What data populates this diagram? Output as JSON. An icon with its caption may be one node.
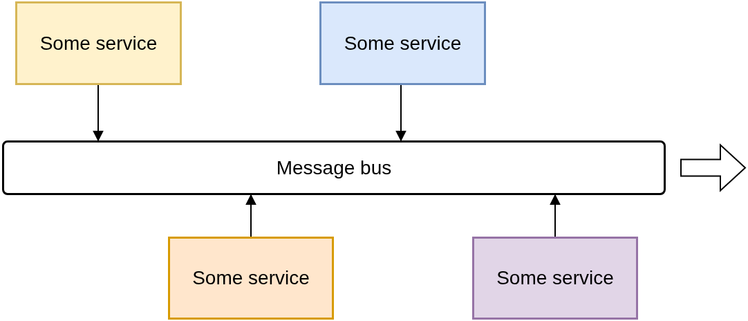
{
  "diagram": {
    "nodes": [
      {
        "text": [
          "Some service"
        ]
      },
      {
        "text": [
          "Some service"
        ]
      },
      {
        "text": [
          "Message bus"
        ]
      },
      {
        "text": [
          "Some service"
        ]
      },
      {
        "text": [
          "Some service"
        ]
      }
    ],
    "edges": [
      {
        "from": 0,
        "to": 2,
        "arrow": "to"
      },
      {
        "from": 1,
        "to": 2,
        "arrow": "to"
      },
      {
        "from": 3,
        "to": 2,
        "arrow": "to"
      },
      {
        "from": 4,
        "to": 2,
        "arrow": "to"
      },
      {
        "from": 2,
        "to": null,
        "arrow": "to",
        "style": "thick"
      }
    ]
  }
}
